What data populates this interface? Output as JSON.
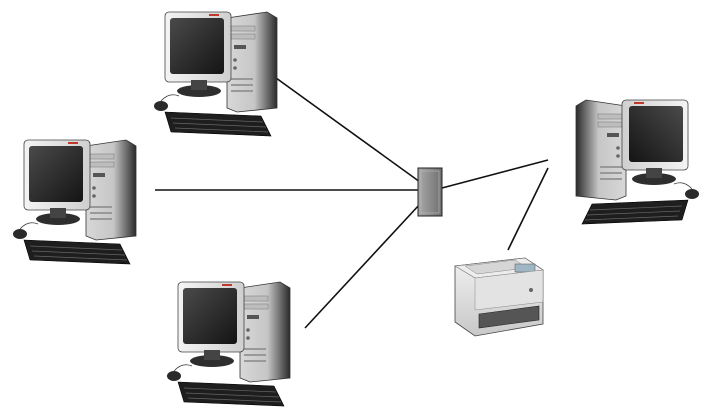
{
  "diagram": {
    "type": "network-topology",
    "topology": "star",
    "nodes": [
      {
        "id": "pc-top",
        "kind": "computer",
        "icon": "desktop-computer-icon"
      },
      {
        "id": "pc-middle",
        "kind": "computer",
        "icon": "desktop-computer-icon"
      },
      {
        "id": "pc-bottom",
        "kind": "computer",
        "icon": "desktop-computer-icon"
      },
      {
        "id": "hub",
        "kind": "switch",
        "icon": "network-switch-icon"
      },
      {
        "id": "pc-right",
        "kind": "computer",
        "icon": "desktop-computer-icon"
      },
      {
        "id": "printer",
        "kind": "printer",
        "icon": "laser-printer-icon"
      }
    ],
    "links": [
      {
        "from": "pc-top",
        "to": "hub"
      },
      {
        "from": "pc-middle",
        "to": "hub"
      },
      {
        "from": "pc-bottom",
        "to": "hub"
      },
      {
        "from": "hub",
        "to": "pc-right"
      },
      {
        "from": "pc-right",
        "to": "printer"
      }
    ],
    "colors": {
      "cable": "#111111",
      "hub_fill": "#8a8a8a",
      "case_light": "#e6e6e6",
      "case_dark": "#3a3a3a",
      "screen": "#2c2c2c",
      "brand_logo": "#c0392b"
    }
  }
}
